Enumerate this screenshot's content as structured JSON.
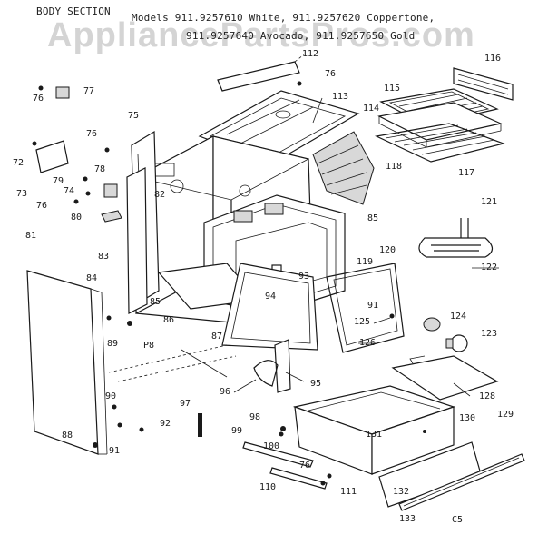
{
  "header": {
    "section_title": "BODY SECTION",
    "models_line1": "Models 911.9257610 White, 911.9257620 Coppertone,",
    "models_line2": "911.9257640 Avocado, 911.9257650 Gold"
  },
  "watermark": {
    "text": "AppliancePartsPros.com"
  },
  "callouts": [
    {
      "id": "c112",
      "text": "112"
    },
    {
      "id": "c76a",
      "text": "76"
    },
    {
      "id": "c116",
      "text": "116"
    },
    {
      "id": "c76b",
      "text": "76"
    },
    {
      "id": "c77",
      "text": "77"
    },
    {
      "id": "c113",
      "text": "113"
    },
    {
      "id": "c115",
      "text": "115"
    },
    {
      "id": "c75",
      "text": "75"
    },
    {
      "id": "c114",
      "text": "114"
    },
    {
      "id": "c76c",
      "text": "76"
    },
    {
      "id": "c72",
      "text": "72"
    },
    {
      "id": "c78",
      "text": "78"
    },
    {
      "id": "c117",
      "text": "117"
    },
    {
      "id": "c118",
      "text": "118"
    },
    {
      "id": "c73",
      "text": "73"
    },
    {
      "id": "c79",
      "text": "79"
    },
    {
      "id": "c74",
      "text": "74"
    },
    {
      "id": "c82",
      "text": "82"
    },
    {
      "id": "c76d",
      "text": "76"
    },
    {
      "id": "c80",
      "text": "80"
    },
    {
      "id": "c85a",
      "text": "85"
    },
    {
      "id": "c121",
      "text": "121"
    },
    {
      "id": "c81",
      "text": "81"
    },
    {
      "id": "c83",
      "text": "83"
    },
    {
      "id": "c120",
      "text": "120"
    },
    {
      "id": "c119",
      "text": "119"
    },
    {
      "id": "c122",
      "text": "122"
    },
    {
      "id": "c84",
      "text": "84"
    },
    {
      "id": "c93",
      "text": "93"
    },
    {
      "id": "c94",
      "text": "94"
    },
    {
      "id": "c85b",
      "text": "85"
    },
    {
      "id": "c91a",
      "text": "91"
    },
    {
      "id": "c86",
      "text": "86"
    },
    {
      "id": "c124",
      "text": "124"
    },
    {
      "id": "c125",
      "text": "125"
    },
    {
      "id": "c89",
      "text": "89"
    },
    {
      "id": "cP8",
      "text": "P8"
    },
    {
      "id": "c87",
      "text": "87"
    },
    {
      "id": "c123",
      "text": "123"
    },
    {
      "id": "c126",
      "text": "126"
    },
    {
      "id": "c95",
      "text": "95"
    },
    {
      "id": "c128",
      "text": "128"
    },
    {
      "id": "c96",
      "text": "96"
    },
    {
      "id": "c90",
      "text": "90"
    },
    {
      "id": "c97",
      "text": "97"
    },
    {
      "id": "c98",
      "text": "98"
    },
    {
      "id": "c130",
      "text": "130"
    },
    {
      "id": "c129",
      "text": "129"
    },
    {
      "id": "c92",
      "text": "92"
    },
    {
      "id": "c99",
      "text": "99"
    },
    {
      "id": "c131",
      "text": "131"
    },
    {
      "id": "c88",
      "text": "88"
    },
    {
      "id": "c91b",
      "text": "91"
    },
    {
      "id": "c100",
      "text": "100"
    },
    {
      "id": "c76e",
      "text": "76"
    },
    {
      "id": "c110",
      "text": "110"
    },
    {
      "id": "c111",
      "text": "111"
    },
    {
      "id": "c132",
      "text": "132"
    },
    {
      "id": "c133",
      "text": "133"
    },
    {
      "id": "cC5",
      "text": "C5"
    }
  ]
}
